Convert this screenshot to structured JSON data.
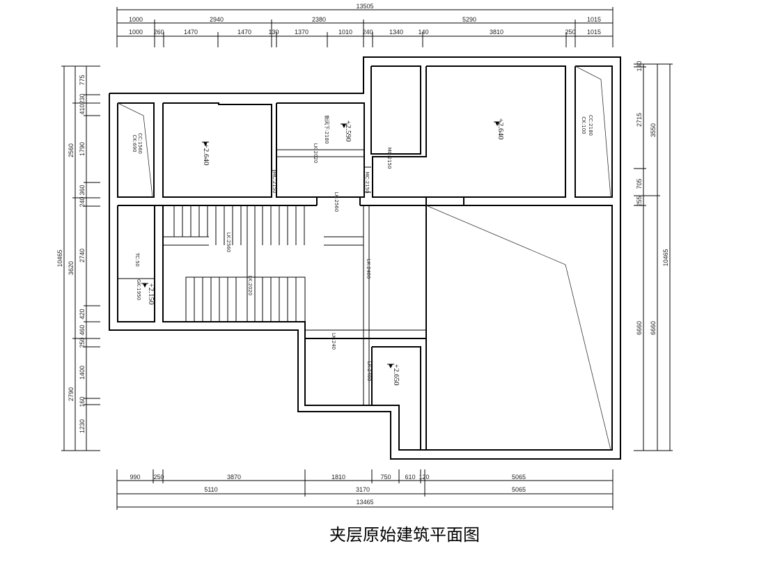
{
  "title": "夹层原始建筑平面图",
  "dims_top": {
    "total": "13505",
    "row1": [
      "1000",
      "2940",
      "2380",
      "5290",
      "1015"
    ],
    "row2": [
      "1000",
      "260",
      "1470",
      "1470",
      "130",
      "1370",
      "1010",
      "240",
      "1340",
      "140",
      "3810",
      "250",
      "1015"
    ]
  },
  "dims_bottom": {
    "row1": [
      "990",
      "250",
      "3870",
      "1810",
      "750",
      "610",
      "120",
      "5065"
    ],
    "row2": [
      "5110",
      "3170",
      "5065"
    ],
    "total": "13465"
  },
  "dims_left": {
    "total": "10465",
    "row1": [
      "2560",
      "3620",
      "2790"
    ],
    "row2": [
      "775",
      "230",
      "410",
      "1790",
      "360",
      "240",
      "2740",
      "420",
      "460",
      "250",
      "1400",
      "160",
      "1230"
    ]
  },
  "dims_right": {
    "total": "10465",
    "row1": [
      "3550",
      "6660"
    ],
    "row2": [
      "130",
      "2715",
      "705",
      "255",
      "6660"
    ]
  },
  "elevations": [
    "+2.640",
    "+2.590",
    "+2.640",
    "+2.150",
    "+2.650"
  ],
  "labels": {
    "cc1": "CC:1560",
    "ck1": "CK:690",
    "mc1": "MC:2150",
    "fl": "新风下:2180",
    "lk1": "LK:2020",
    "mc2": "MC:2150",
    "mc3": "MC:2150",
    "cc2": "CC:2180",
    "ck2": "CK:100",
    "lk2": "LK:2560",
    "lk3": "LK:2560",
    "lk4": "LK:2020",
    "lk5": "LK:2400",
    "tc": "TC:50",
    "gk": "GK:1950",
    "lk6": "LK:240",
    "lk7": "LK:2400"
  }
}
